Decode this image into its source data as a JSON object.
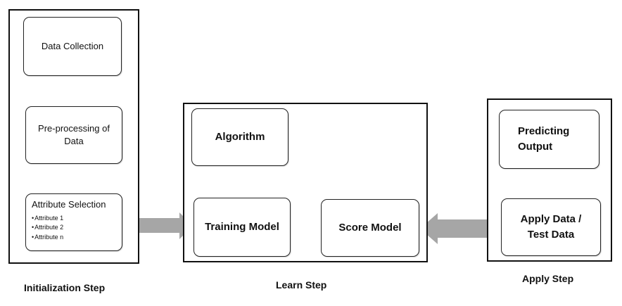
{
  "initialization": {
    "label": "Initialization Step",
    "data_collection": "Data Collection",
    "preprocessing_line1": "Pre-processing of",
    "preprocessing_line2": "Data",
    "attribute_selection": {
      "title": "Attribute Selection",
      "items": [
        "Attribute 1",
        "Attribute 2",
        "Attribute  n"
      ]
    }
  },
  "learn": {
    "label": "Learn Step",
    "algorithm": "Algorithm",
    "training_model": "Training Model",
    "score_model": "Score Model"
  },
  "apply": {
    "label": "Apply Step",
    "predicting_line1": "Predicting",
    "predicting_line2": "Output",
    "apply_data_line1": "Apply Data /",
    "apply_data_line2": "Test Data"
  },
  "colors": {
    "arrow": "#a6a6a6",
    "border": "#111111"
  }
}
